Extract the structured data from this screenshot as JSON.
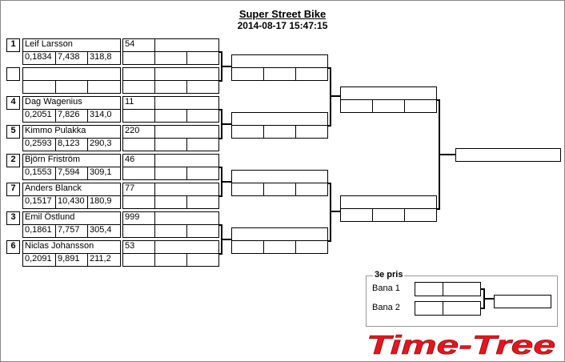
{
  "header": {
    "title": "Super Street Bike",
    "datetime": "2014-08-17 15:47:15"
  },
  "riders": [
    {
      "seed": "1",
      "name": "Leif Larsson",
      "rt": "0,1834",
      "et": "7,438",
      "speed": "318,8",
      "score": "54"
    },
    {
      "seed": "",
      "name": "",
      "rt": "",
      "et": "",
      "speed": "",
      "score": ""
    },
    {
      "seed": "4",
      "name": "Dag Wagenius",
      "rt": "0,2051",
      "et": "7,826",
      "speed": "314,0",
      "score": "11"
    },
    {
      "seed": "5",
      "name": "Kimmo Pulakka",
      "rt": "0,2593",
      "et": "8,123",
      "speed": "290,3",
      "score": "220"
    },
    {
      "seed": "2",
      "name": "Björn Friström",
      "rt": "0,1553",
      "et": "7,594",
      "speed": "309,1",
      "score": "46"
    },
    {
      "seed": "7",
      "name": "Anders Blanck",
      "rt": "0,1517",
      "et": "10,430",
      "speed": "180,9",
      "score": "77"
    },
    {
      "seed": "3",
      "name": "Emil Östlund",
      "rt": "0,1861",
      "et": "7,757",
      "speed": "305,4",
      "score": "999"
    },
    {
      "seed": "6",
      "name": "Niclas Johansson",
      "rt": "0,2091",
      "et": "9,891",
      "speed": "211,2",
      "score": "53"
    }
  ],
  "bronze": {
    "title": "3e pris",
    "lane1": "Bana 1",
    "lane2": "Bana 2"
  },
  "brand": {
    "name": "Time-Tree",
    "color": "#e8141c"
  }
}
